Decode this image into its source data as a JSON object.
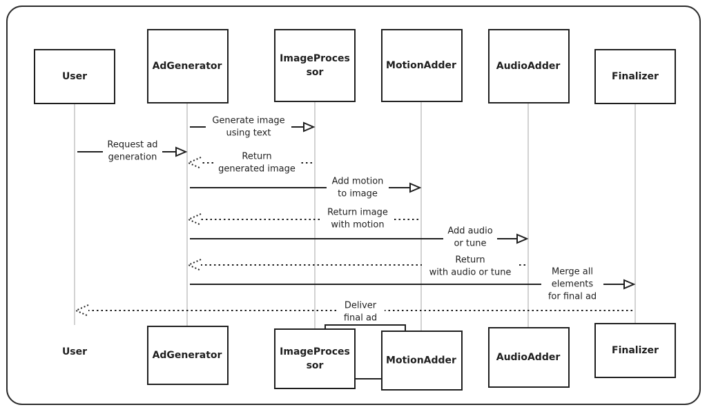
{
  "participants": [
    {
      "id": "user",
      "label": "User"
    },
    {
      "id": "adgen",
      "label": "AdGenerator"
    },
    {
      "id": "imgproc",
      "label": "ImageProces\nsor"
    },
    {
      "id": "motion",
      "label": "MotionAdder"
    },
    {
      "id": "audio",
      "label": "AudioAdder"
    },
    {
      "id": "final",
      "label": "Finalizer"
    }
  ],
  "messages": [
    {
      "from": "adgen",
      "to": "imgproc",
      "kind": "call",
      "label": "Generate image\nusing text"
    },
    {
      "from": "user",
      "to": "adgen",
      "kind": "call",
      "label": "Request ad\ngeneration"
    },
    {
      "from": "imgproc",
      "to": "adgen",
      "kind": "return",
      "label": "Return\ngenerated image"
    },
    {
      "from": "adgen",
      "to": "motion",
      "kind": "call",
      "label": "Add motion\nto image"
    },
    {
      "from": "motion",
      "to": "adgen",
      "kind": "return",
      "label": "Return image\nwith motion"
    },
    {
      "from": "adgen",
      "to": "audio",
      "kind": "call",
      "label": "Add audio\nor tune"
    },
    {
      "from": "audio",
      "to": "adgen",
      "kind": "return",
      "label": "Return\nwith audio or tune"
    },
    {
      "from": "adgen",
      "to": "final",
      "kind": "call",
      "label": "Merge all\nelements\nfor final ad"
    },
    {
      "from": "final",
      "to": "user",
      "kind": "return",
      "label": "Deliver\nfinal ad"
    }
  ]
}
